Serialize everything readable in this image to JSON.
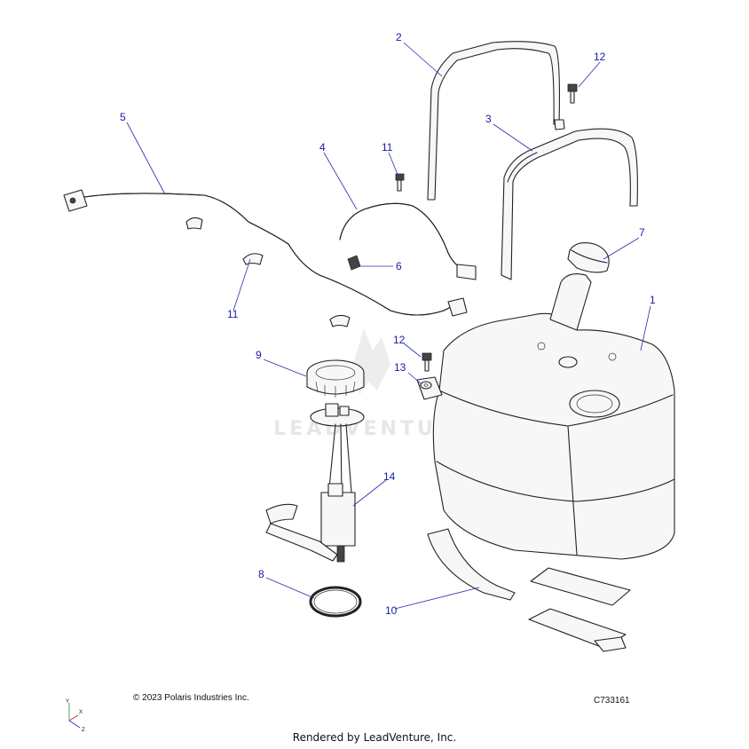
{
  "diagram": {
    "callouts": [
      {
        "id": "1",
        "label": "1"
      },
      {
        "id": "2",
        "label": "2"
      },
      {
        "id": "3",
        "label": "3"
      },
      {
        "id": "4",
        "label": "4"
      },
      {
        "id": "5",
        "label": "5"
      },
      {
        "id": "6",
        "label": "6"
      },
      {
        "id": "7",
        "label": "7"
      },
      {
        "id": "8",
        "label": "8"
      },
      {
        "id": "9",
        "label": "9"
      },
      {
        "id": "10",
        "label": "10"
      },
      {
        "id": "11a",
        "label": "11"
      },
      {
        "id": "11b",
        "label": "11"
      },
      {
        "id": "12a",
        "label": "12"
      },
      {
        "id": "12b",
        "label": "12"
      },
      {
        "id": "13",
        "label": "13"
      },
      {
        "id": "14",
        "label": "14"
      }
    ],
    "copyright": "© 2023 Polaris Industries Inc.",
    "drawing_code": "C733161",
    "axes": {
      "y": "Y",
      "x": "X",
      "z": "Z"
    },
    "watermark": "LEADVENTURE",
    "rendered_by": "Rendered by LeadVenture, Inc."
  }
}
